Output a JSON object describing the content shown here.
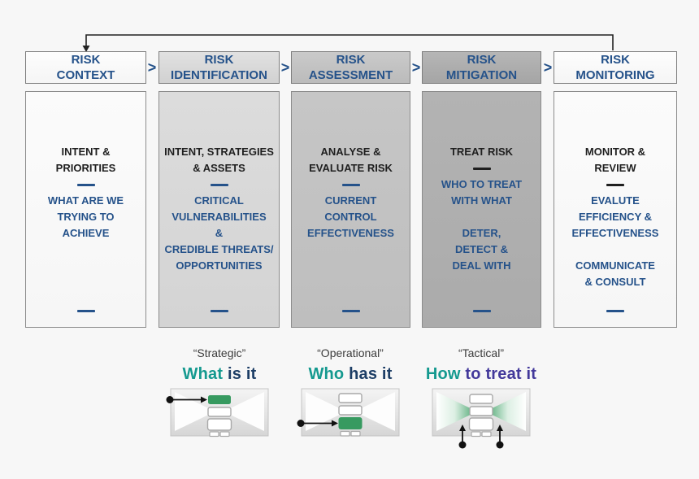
{
  "colors": {
    "navy": "#25528a",
    "teal": "#14998f",
    "purple": "#43399b",
    "green": "#379a60",
    "ink": "#1f1f1f"
  },
  "process": {
    "separator": ">",
    "columns": [
      {
        "header": "RISK\nCONTEXT",
        "tone": "white",
        "black_block": "INTENT &\nPRIORITIES",
        "mid_dash_color": "blue",
        "blue_block_1": "WHAT ARE WE\nTRYING TO\nACHIEVE",
        "blue_block_2": ""
      },
      {
        "header": "RISK\nIDENTIFICATION",
        "tone": "gray-1",
        "black_block": "INTENT, STRATEGIES\n& ASSETS",
        "mid_dash_color": "blue",
        "blue_block_1": "CRITICAL\nVULNERABILITIES\n&\nCREDIBLE THREATS/\nOPPORTUNITIES",
        "blue_block_2": ""
      },
      {
        "header": "RISK\nASSESSMENT",
        "tone": "gray-2",
        "black_block": "ANALYSE &\nEVALUATE RISK",
        "mid_dash_color": "blue",
        "blue_block_1": "CURRENT\nCONTROL\nEFFECTIVENESS",
        "blue_block_2": ""
      },
      {
        "header": "RISK\nMITIGATION",
        "tone": "gray-3",
        "black_block": "TREAT RISK",
        "mid_dash_color": "black",
        "blue_block_1": "WHO TO TREAT\nWITH WHAT",
        "blue_block_2": "DETER,\nDETECT &\nDEAL WITH"
      },
      {
        "header": "RISK\nMONITORING",
        "tone": "white",
        "black_block": "MONITOR &\nREVIEW",
        "mid_dash_color": "black",
        "blue_block_1": "EVALUTE\nEFFICIENCY &\nEFFECTIVENESS",
        "blue_block_2": "COMMUNICATE\n& CONSULT"
      }
    ]
  },
  "levels": [
    {
      "quote_label": "“Strategic”",
      "title_teal": "What",
      "title_rest": " is it",
      "rest_color": "navy"
    },
    {
      "quote_label": "“Operational”",
      "title_teal": "Who",
      "title_rest": " has it",
      "rest_color": "navy"
    },
    {
      "quote_label": "“Tactical”",
      "title_teal": "How",
      "title_rest": " to treat it",
      "rest_color": "purple"
    }
  ]
}
